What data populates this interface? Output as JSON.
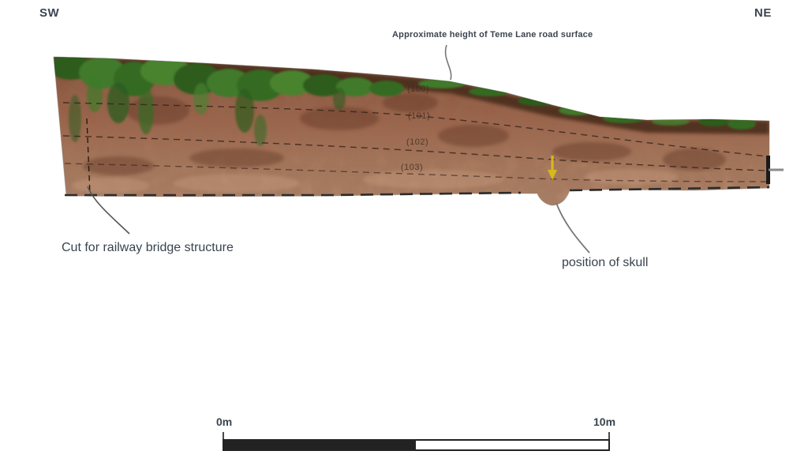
{
  "figure": {
    "orientation": {
      "left": "SW",
      "right": "NE"
    },
    "annotations": {
      "road_surface": "Approximate height of Teme Lane road surface",
      "railway_cut": "Cut for railway bridge structure",
      "skull": "position of skull"
    },
    "contexts": [
      {
        "label": "(100)"
      },
      {
        "label": "(101)"
      },
      {
        "label": "(102)"
      },
      {
        "label": "(103)"
      }
    ],
    "scale_bar": {
      "start_label": "0m",
      "end_label": "10m"
    },
    "colors": {
      "soil_brown": "#a06248",
      "topsoil_dark": "#3f2818",
      "vegetation_green": "#3f7a2a",
      "annotation_text": "#39434e",
      "marker_yellow": "#d4b81e",
      "scale_black": "#222222"
    }
  }
}
